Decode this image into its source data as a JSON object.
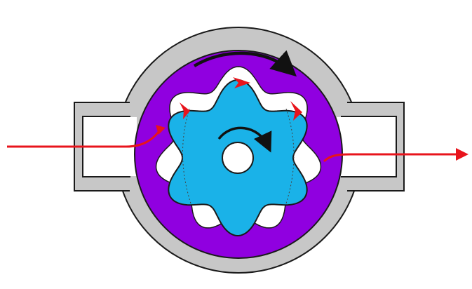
{
  "diagram": {
    "kind": "gerotor-pump-cross-section",
    "labels": [],
    "colors": {
      "background": "#ffffff",
      "housing": "#c7c7c7",
      "housing_stroke": "#1a1a1a",
      "port_bore": "#ffffff",
      "outer_rotor": "#9000e0",
      "inner_rotor": "#1ab2e8",
      "shaft_hole": "#ffffff",
      "flow_arrow": "#e8141c",
      "rotation_arrow": "#111111",
      "hidden_line": "#444444"
    },
    "components": {
      "housing": "housing",
      "inlet_port": "inlet-port",
      "outlet_port": "outlet-port",
      "outer_rotor": "outer-rotor",
      "inner_rotor": "inner-rotor",
      "shaft_bore": "shaft-bore",
      "inlet_flow": "inlet-flow-arrow",
      "outlet_flow": "outlet-flow-arrow",
      "outer_rotation": "outer-rotor-rotation-arrow",
      "inner_rotation": "inner-rotor-rotation-arrow",
      "fluid_chamber_arrows": "fluid-chamber-arrows"
    },
    "inner_rotor_lobes": 6,
    "outer_rotor_cavities": 7,
    "flow_direction": "left-to-right",
    "rotation_direction": "clockwise"
  }
}
